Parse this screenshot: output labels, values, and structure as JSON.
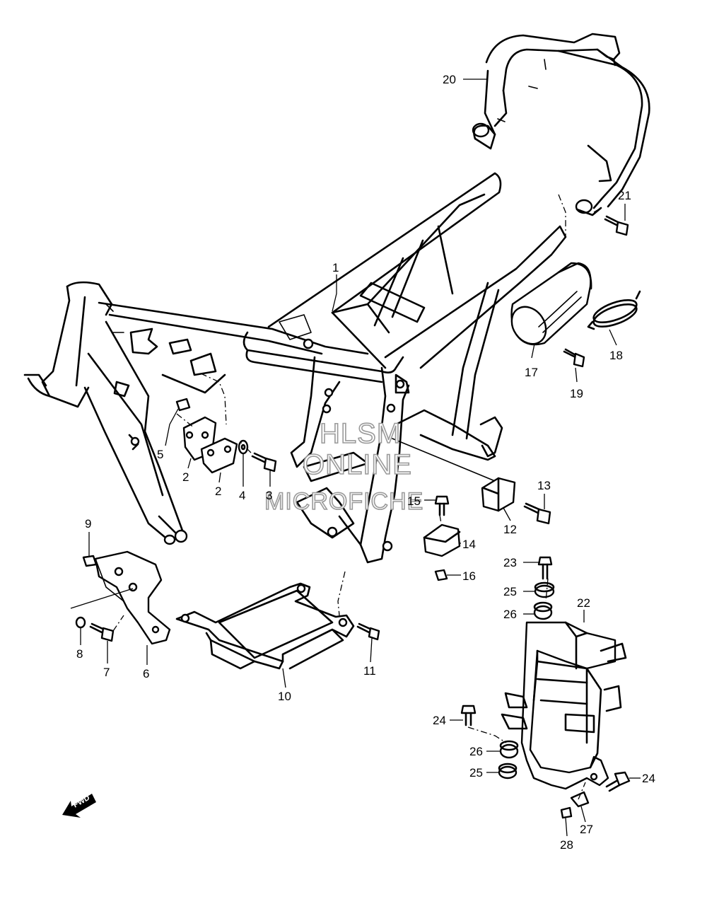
{
  "callouts": [
    {
      "id": "c1",
      "label": "1"
    },
    {
      "id": "c2a",
      "label": "2"
    },
    {
      "id": "c2b",
      "label": "2"
    },
    {
      "id": "c3",
      "label": "3"
    },
    {
      "id": "c4",
      "label": "4"
    },
    {
      "id": "c5",
      "label": "5"
    },
    {
      "id": "c6",
      "label": "6"
    },
    {
      "id": "c7",
      "label": "7"
    },
    {
      "id": "c8",
      "label": "8"
    },
    {
      "id": "c9",
      "label": "9"
    },
    {
      "id": "c10",
      "label": "10"
    },
    {
      "id": "c11",
      "label": "11"
    },
    {
      "id": "c12",
      "label": "12"
    },
    {
      "id": "c13",
      "label": "13"
    },
    {
      "id": "c14",
      "label": "14"
    },
    {
      "id": "c15",
      "label": "15"
    },
    {
      "id": "c16",
      "label": "16"
    },
    {
      "id": "c17",
      "label": "17"
    },
    {
      "id": "c18",
      "label": "18"
    },
    {
      "id": "c19",
      "label": "19"
    },
    {
      "id": "c20",
      "label": "20"
    },
    {
      "id": "c21",
      "label": "21"
    },
    {
      "id": "c22",
      "label": "22"
    },
    {
      "id": "c23",
      "label": "23"
    },
    {
      "id": "c24a",
      "label": "24"
    },
    {
      "id": "c24b",
      "label": "24"
    },
    {
      "id": "c25a",
      "label": "25"
    },
    {
      "id": "c25b",
      "label": "25"
    },
    {
      "id": "c26a",
      "label": "26"
    },
    {
      "id": "c26b",
      "label": "26"
    },
    {
      "id": "c27",
      "label": "27"
    },
    {
      "id": "c28",
      "label": "28"
    }
  ],
  "watermark": {
    "line1": "HLSM",
    "line2": "ONLINE",
    "line3": "MICROFICHE"
  },
  "fwd_label": "FWD"
}
